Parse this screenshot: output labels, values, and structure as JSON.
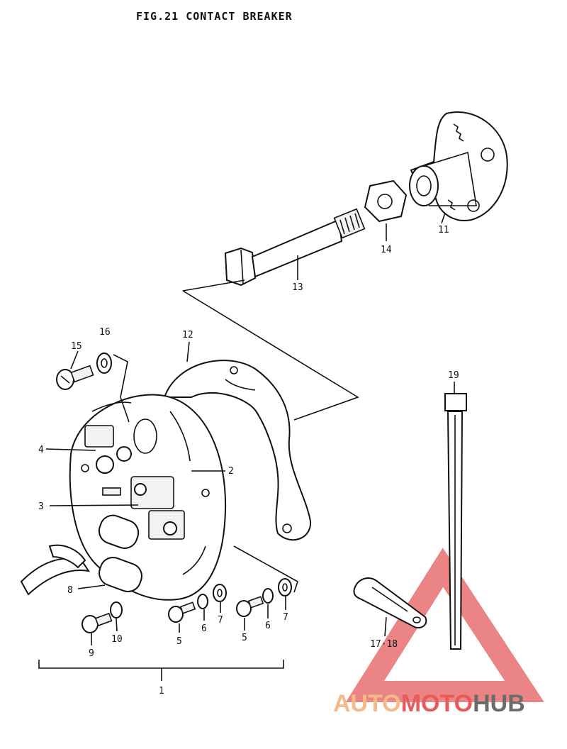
{
  "figure": {
    "title": "FIG.21  CONTACT BREAKER"
  },
  "callouts": [
    {
      "id": "c1",
      "text": "1"
    },
    {
      "id": "c2",
      "text": "2"
    },
    {
      "id": "c3",
      "text": "3"
    },
    {
      "id": "c4",
      "text": "4"
    },
    {
      "id": "c5a",
      "text": "5"
    },
    {
      "id": "c5b",
      "text": "5"
    },
    {
      "id": "c6a",
      "text": "6"
    },
    {
      "id": "c6b",
      "text": "6"
    },
    {
      "id": "c7a",
      "text": "7"
    },
    {
      "id": "c7b",
      "text": "7"
    },
    {
      "id": "c8",
      "text": "8"
    },
    {
      "id": "c9",
      "text": "9"
    },
    {
      "id": "c10",
      "text": "10"
    },
    {
      "id": "c11",
      "text": "11"
    },
    {
      "id": "c12",
      "text": "12"
    },
    {
      "id": "c13",
      "text": "13"
    },
    {
      "id": "c14",
      "text": "14"
    },
    {
      "id": "c15",
      "text": "15"
    },
    {
      "id": "c16",
      "text": "16"
    },
    {
      "id": "c17",
      "text": "17·18"
    },
    {
      "id": "c19",
      "text": "19"
    }
  ],
  "watermark": {
    "part1": "AUTO",
    "part2": "MOTO",
    "part3": "HUB",
    "color_light": "#f5b98a",
    "color_accent": "#e85a5a",
    "color_dark": "#6b6b6b"
  }
}
